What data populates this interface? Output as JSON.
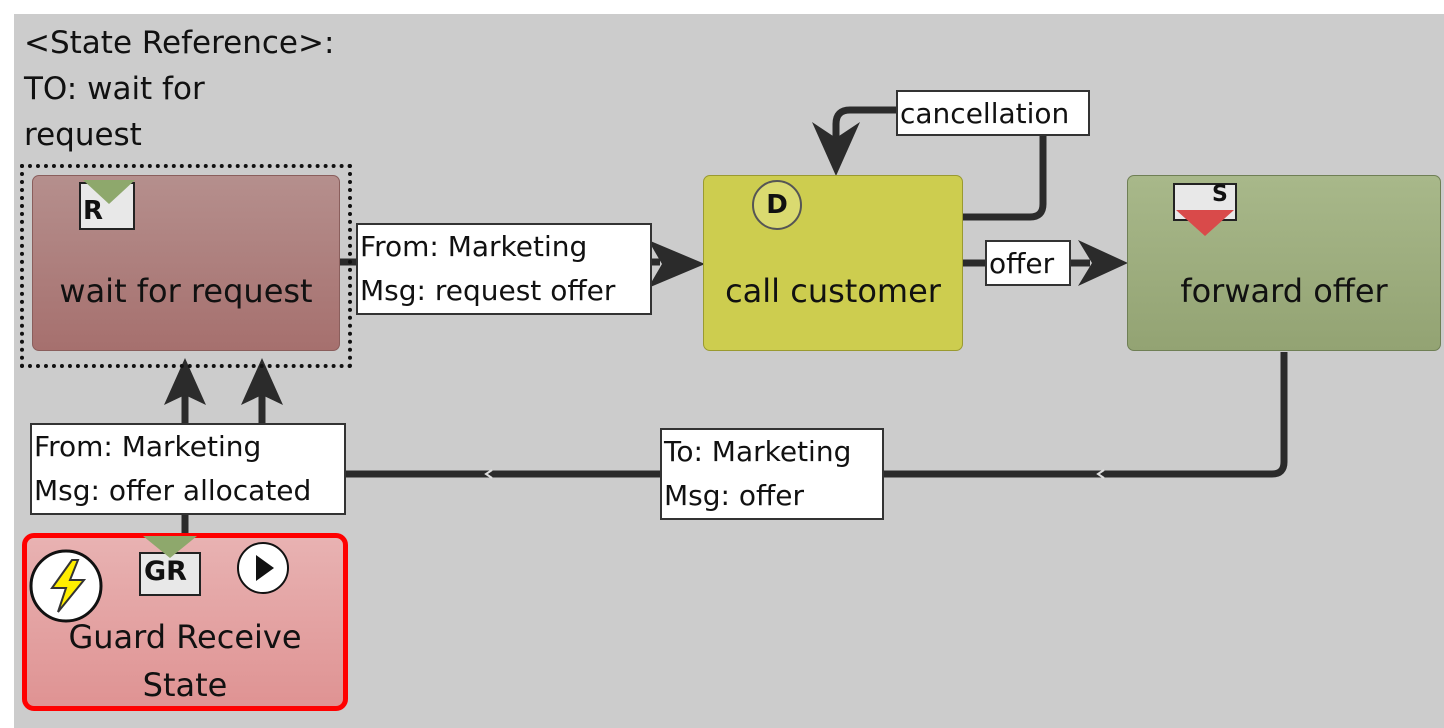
{
  "diagram": {
    "background_color": "#cccccc",
    "state_reference": {
      "line1": "<State Reference>:",
      "line2": "TO: wait for",
      "line3": "request"
    },
    "states": {
      "wait_for_request": {
        "name": "wait for request",
        "badge": "R",
        "color": "#a8716f"
      },
      "call_customer": {
        "name": "call customer",
        "badge": "D",
        "color": "#cdcd4f"
      },
      "forward_offer": {
        "name": "forward offer",
        "badge": "S",
        "color": "#9aab7a"
      },
      "guard_receive": {
        "name_line1": "Guard Receive",
        "name_line2": "State",
        "badge": "GR",
        "color": "#e6a0a0",
        "border_color": "#ff0000"
      }
    },
    "edges": {
      "request_offer": {
        "line1": "From: Marketing",
        "line2": "Msg: request offer"
      },
      "cancellation": {
        "label": "cancellation"
      },
      "offer": {
        "label": "offer"
      },
      "to_marketing_offer": {
        "line1": "To: Marketing",
        "line2": "Msg: offer"
      },
      "offer_allocated": {
        "line1": "From: Marketing",
        "line2": "Msg: offer allocated"
      }
    }
  }
}
